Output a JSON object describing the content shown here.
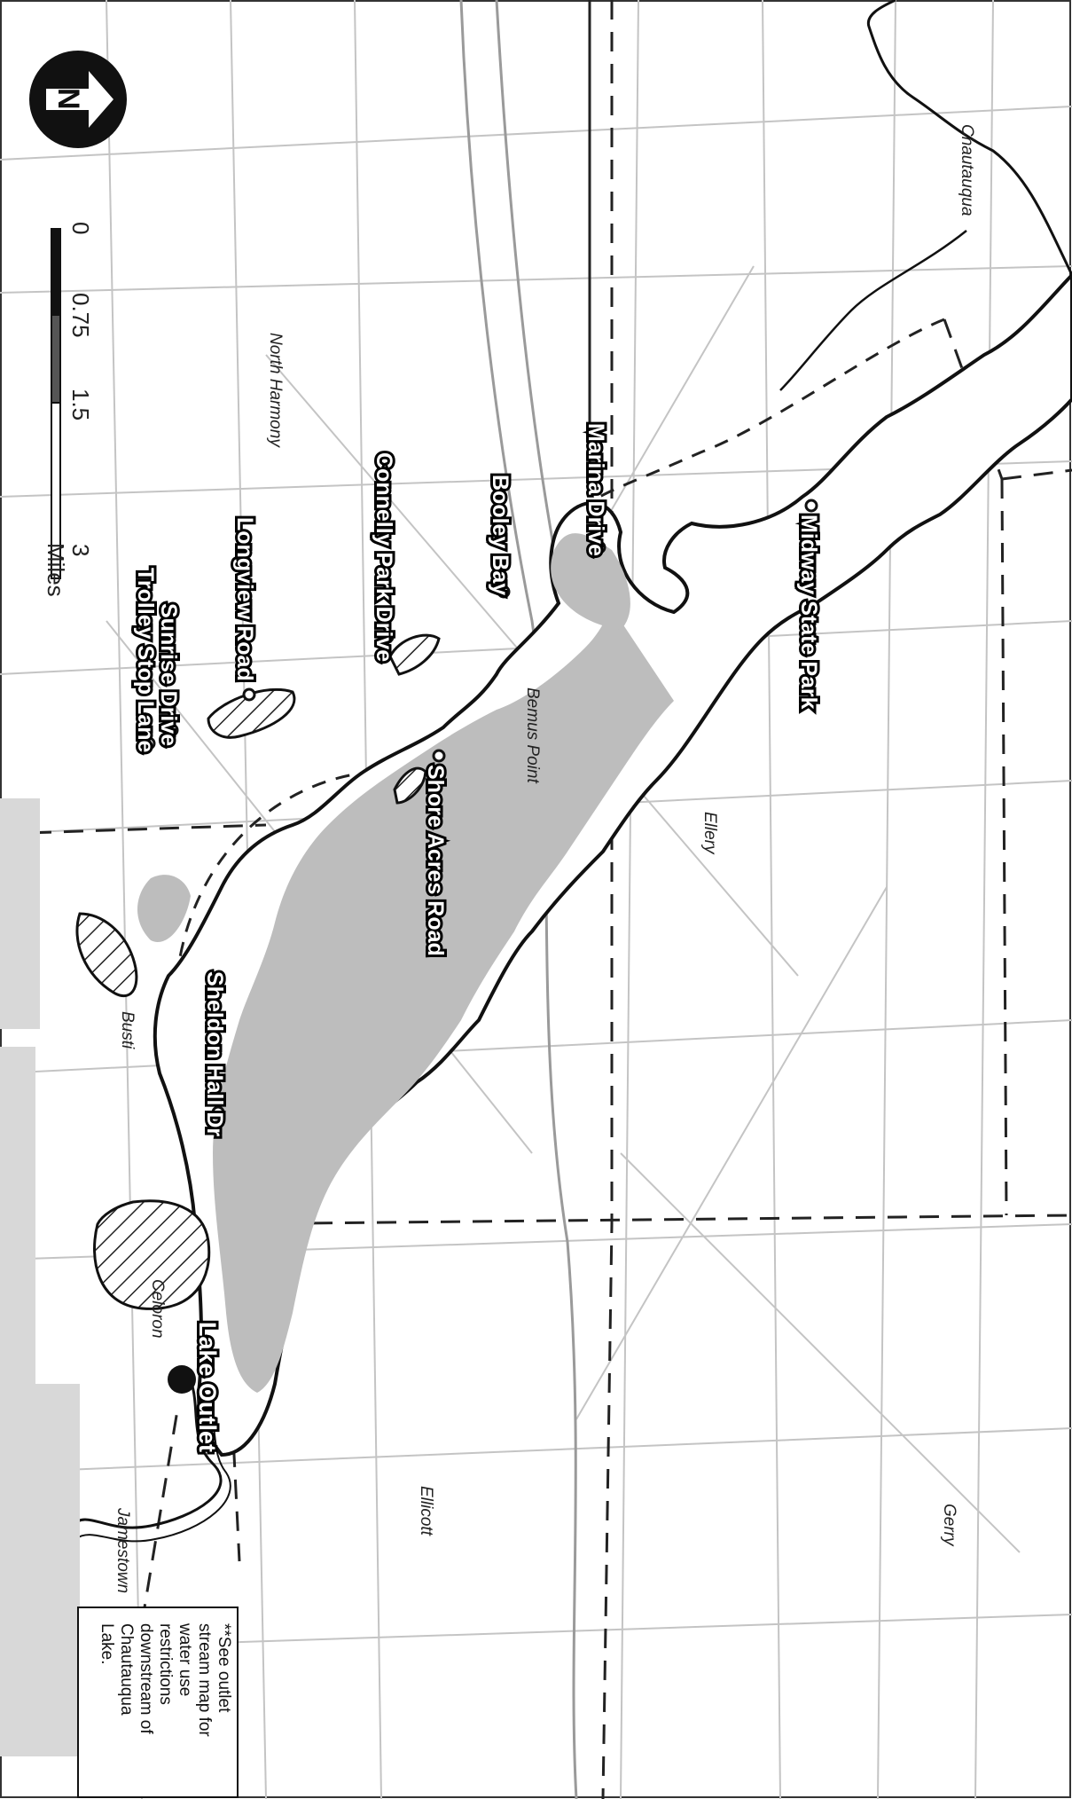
{
  "map": {
    "north_label": "N",
    "sites": [
      "Marina Drive",
      "Midway State Park",
      "Booley Bay",
      "Connelly Park Drive",
      "Longview Road",
      "Sunrise Drive",
      "Trolley Stop Lane",
      "Shore Acres Road",
      "Sheldon Hall Dr",
      "Lake Outlet"
    ],
    "towns": [
      "Chautauqua",
      "North Harmony",
      "Bemus Point",
      "Ellery",
      "Busti",
      "Celoron",
      "Ellicott",
      "Jamestown",
      "Gerry"
    ],
    "scale": {
      "ticks": [
        "0",
        "0.75",
        "1.5",
        "3"
      ],
      "unit": "Miles"
    },
    "note": [
      "**See outlet",
      "stream map for",
      "water use",
      "restrictions",
      "downstream of",
      "Chautauqua",
      "Lake."
    ],
    "colors": {
      "lake_outline": "#111111",
      "shaded_zone": "#bdbdbd",
      "roads": "#c4c4c4",
      "boundaries": "#222222"
    }
  }
}
